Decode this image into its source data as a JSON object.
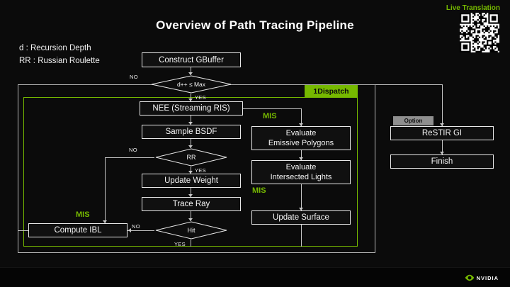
{
  "slide": {
    "title": "Overview of Path Tracing Pipeline",
    "live_translation": "Live Translation",
    "legend_line1": "d : Recursion Depth",
    "legend_line2": "RR : Russian Roulette",
    "brand": "NVIDIA"
  },
  "colors": {
    "accent_green": "#76b900",
    "background": "#0b0b0b",
    "box_border": "#e8e8e8",
    "connector": "#c4c4c4"
  },
  "flow": {
    "construct_gbuffer": "Construct GBuffer",
    "depth_check": "d++ ≤ Max",
    "nee": "NEE (Streaming RIS)",
    "sample_bsdf": "Sample BSDF",
    "russian_roulette": "RR",
    "update_weight": "Update Weight",
    "trace_ray": "Trace Ray",
    "hit": "Hit",
    "compute_ibl": "Compute IBL",
    "evaluate_emissive": "Evaluate\nEmissive Polygons",
    "evaluate_intersected": "Evaluate\nIntersected  Lights",
    "update_surface": "Update Surface",
    "restir_gi": "ReSTIR GI",
    "finish": "Finish"
  },
  "badges": {
    "dispatch": "1Dispatch",
    "option": "Option",
    "mis": "MIS"
  },
  "branch_labels": {
    "no": "NO",
    "yes": "YES"
  }
}
